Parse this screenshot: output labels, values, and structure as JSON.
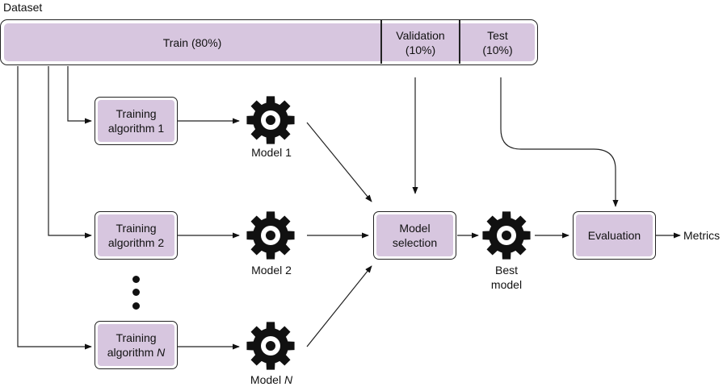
{
  "dataset": {
    "title": "Dataset",
    "train_label": "Train (80%)",
    "validation_label": "Validation",
    "validation_pct": "(10%)",
    "test_label": "Test",
    "test_pct": "(10%)"
  },
  "algorithms": [
    {
      "line1": "Training",
      "line2": "algorithm 1"
    },
    {
      "line1": "Training",
      "line2": "algorithm 2"
    },
    {
      "line1": "Training",
      "line2": "algorithm ",
      "line2_italic": "N"
    }
  ],
  "models": [
    {
      "label": "Model 1"
    },
    {
      "label": "Model 2"
    },
    {
      "label": "Model ",
      "label_italic": "N"
    }
  ],
  "model_selection": {
    "line1": "Model",
    "line2": "selection"
  },
  "best_model": {
    "line1": "Best",
    "line2": "model"
  },
  "evaluation": {
    "label": "Evaluation"
  },
  "metrics": {
    "label": "Metrics"
  },
  "colors": {
    "box_fill": "#d7c6df",
    "stroke": "#222222",
    "gear": "#111111"
  },
  "icons": {
    "gear": "gear-icon",
    "ellipsis": "vertical-ellipsis-icon"
  }
}
